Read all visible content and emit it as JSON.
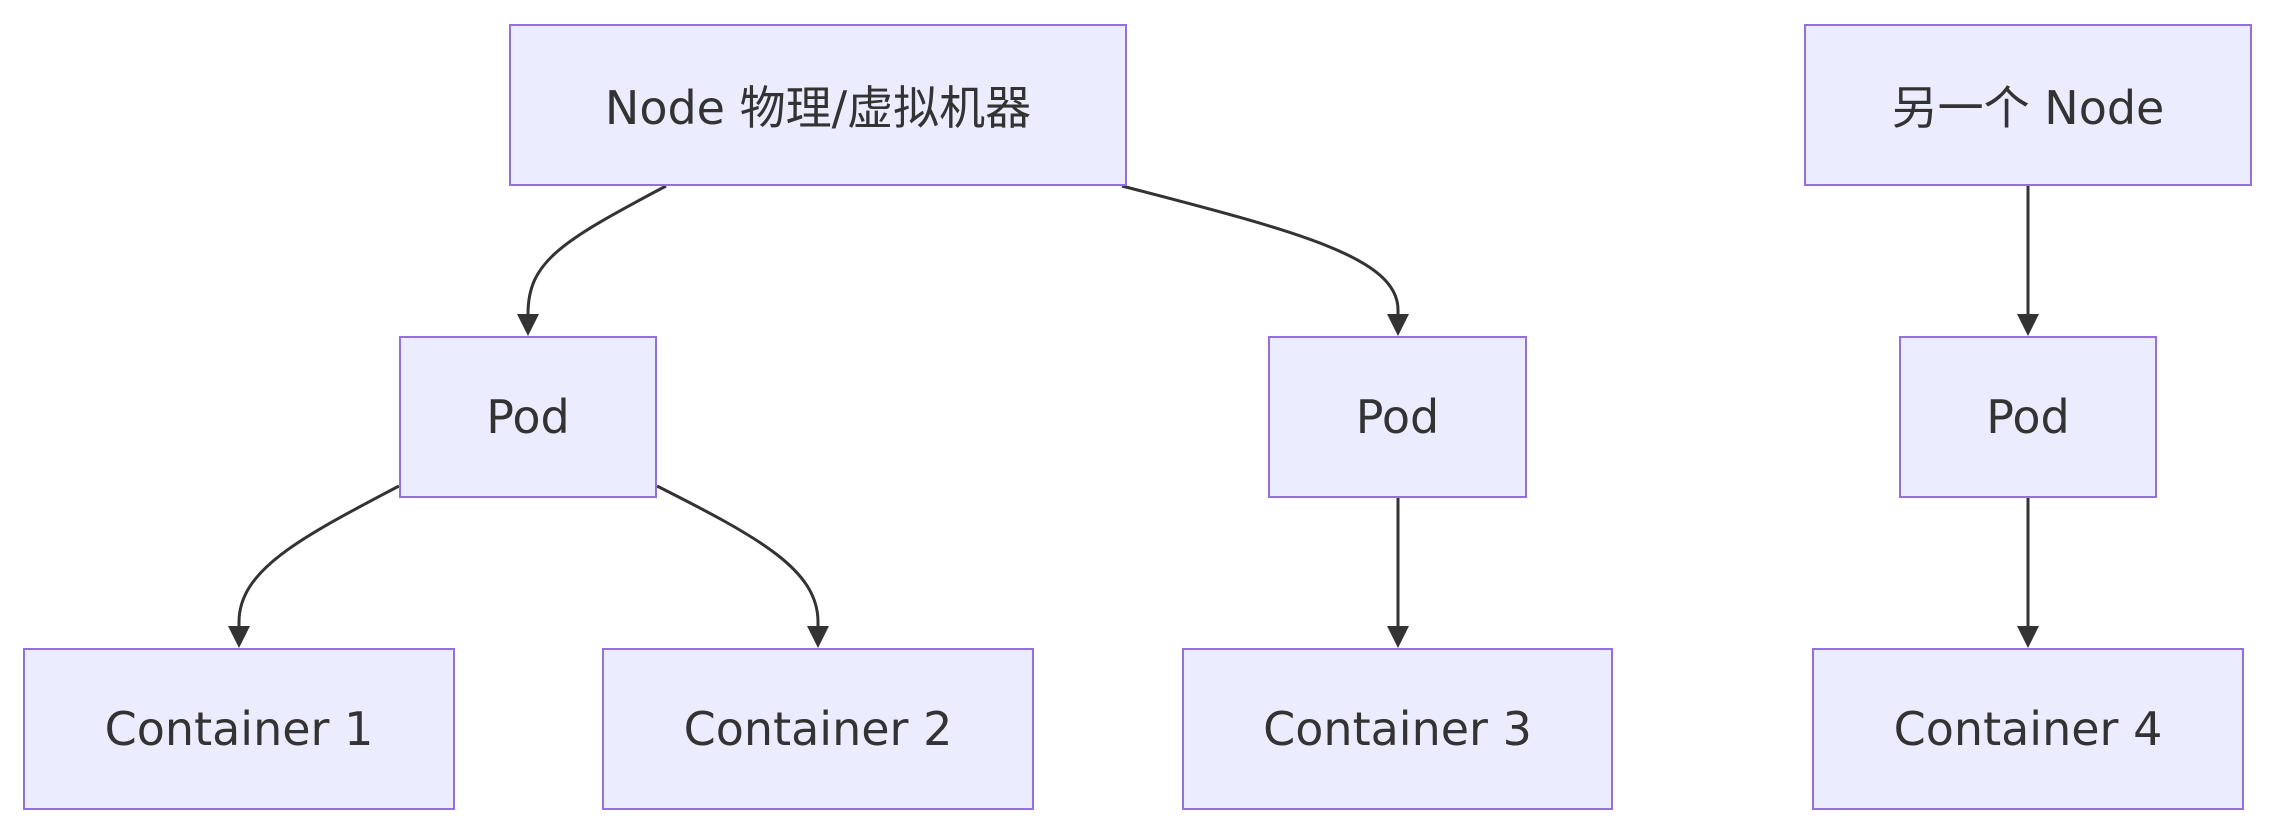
{
  "diagram": {
    "type": "flowchart",
    "direction": "top-down",
    "colors": {
      "node_fill": "#ececff",
      "node_border": "#9370db",
      "text": "#333333",
      "edge": "#333333"
    },
    "nodes": {
      "node1": {
        "label": "Node 物理/虚拟机器"
      },
      "node2": {
        "label": "另一个 Node"
      },
      "pod1": {
        "label": "Pod"
      },
      "pod2": {
        "label": "Pod"
      },
      "pod3": {
        "label": "Pod"
      },
      "container1": {
        "label": "Container 1"
      },
      "container2": {
        "label": "Container 2"
      },
      "container3": {
        "label": "Container 3"
      },
      "container4": {
        "label": "Container 4"
      }
    },
    "edges": [
      {
        "from": "node1",
        "to": "pod1"
      },
      {
        "from": "node1",
        "to": "pod2"
      },
      {
        "from": "node2",
        "to": "pod3"
      },
      {
        "from": "pod1",
        "to": "container1"
      },
      {
        "from": "pod1",
        "to": "container2"
      },
      {
        "from": "pod2",
        "to": "container3"
      },
      {
        "from": "pod3",
        "to": "container4"
      }
    ]
  }
}
